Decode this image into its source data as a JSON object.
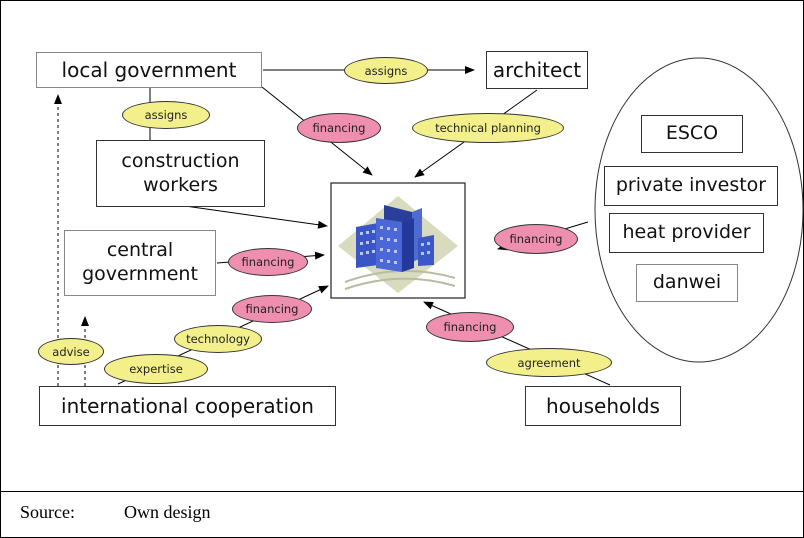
{
  "nodes": {
    "local_government": "local government",
    "architect": "architect",
    "construction_workers_l1": "construction",
    "construction_workers_l2": "workers",
    "central_government_l1": "central",
    "central_government_l2": "government",
    "international_cooperation": "international cooperation",
    "households": "households",
    "esco": "ESCO",
    "private_investor": "private investor",
    "heat_provider": "heat provider",
    "danwei": "danwei"
  },
  "relations": {
    "assigns_architect": "assigns",
    "assigns_workers": "assigns",
    "financing_local": "financing",
    "technical_planning": "technical planning",
    "financing_central": "financing",
    "financing_intl": "financing",
    "technology": "technology",
    "expertise": "expertise",
    "advise": "advise",
    "financing_right": "financing",
    "financing_households": "financing",
    "agreement": "agreement"
  },
  "footer": {
    "label": "Source:",
    "text": "Own design"
  }
}
